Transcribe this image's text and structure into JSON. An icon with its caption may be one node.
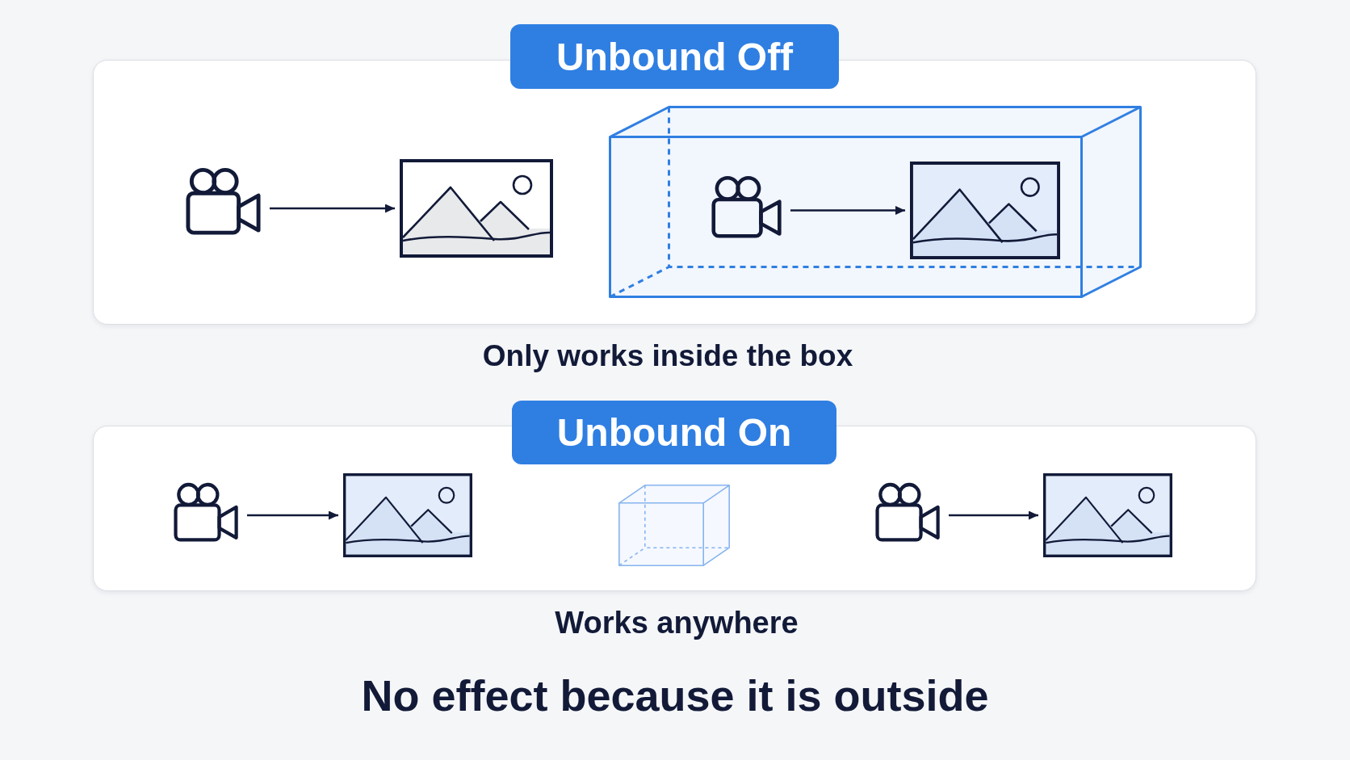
{
  "diagram": {
    "nodes": [
      {
        "text": [
          "Unbound Off"
        ],
        "beside": [
          "Only works inside the box"
        ]
      },
      {
        "text": [],
        "shape": "camera",
        "in": 0
      },
      {
        "text": [],
        "shape": "picture",
        "in": 0
      },
      {
        "text": [],
        "shape": "box",
        "in": 0
      },
      {
        "text": [],
        "shape": "camera",
        "in": 3
      },
      {
        "text": [],
        "shape": "picture",
        "in": 3
      },
      {
        "text": [
          "Unbound On"
        ],
        "beside": [
          "Works anywhere"
        ]
      },
      {
        "text": [],
        "shape": "camera",
        "in": 6
      },
      {
        "text": [],
        "shape": "picture",
        "in": 6
      },
      {
        "text": [],
        "shape": "box",
        "in": 6
      },
      {
        "text": [],
        "shape": "camera",
        "in": 6
      },
      {
        "text": [],
        "shape": "picture",
        "in": 6
      }
    ],
    "edges": [
      {
        "from": 1,
        "to": 2,
        "arrow": "to"
      },
      {
        "from": 4,
        "to": 5,
        "arrow": "to"
      },
      {
        "from": 7,
        "to": 8,
        "arrow": "to"
      },
      {
        "from": 10,
        "to": 11,
        "arrow": "to"
      }
    ],
    "caption": "No effect because it is outside"
  }
}
